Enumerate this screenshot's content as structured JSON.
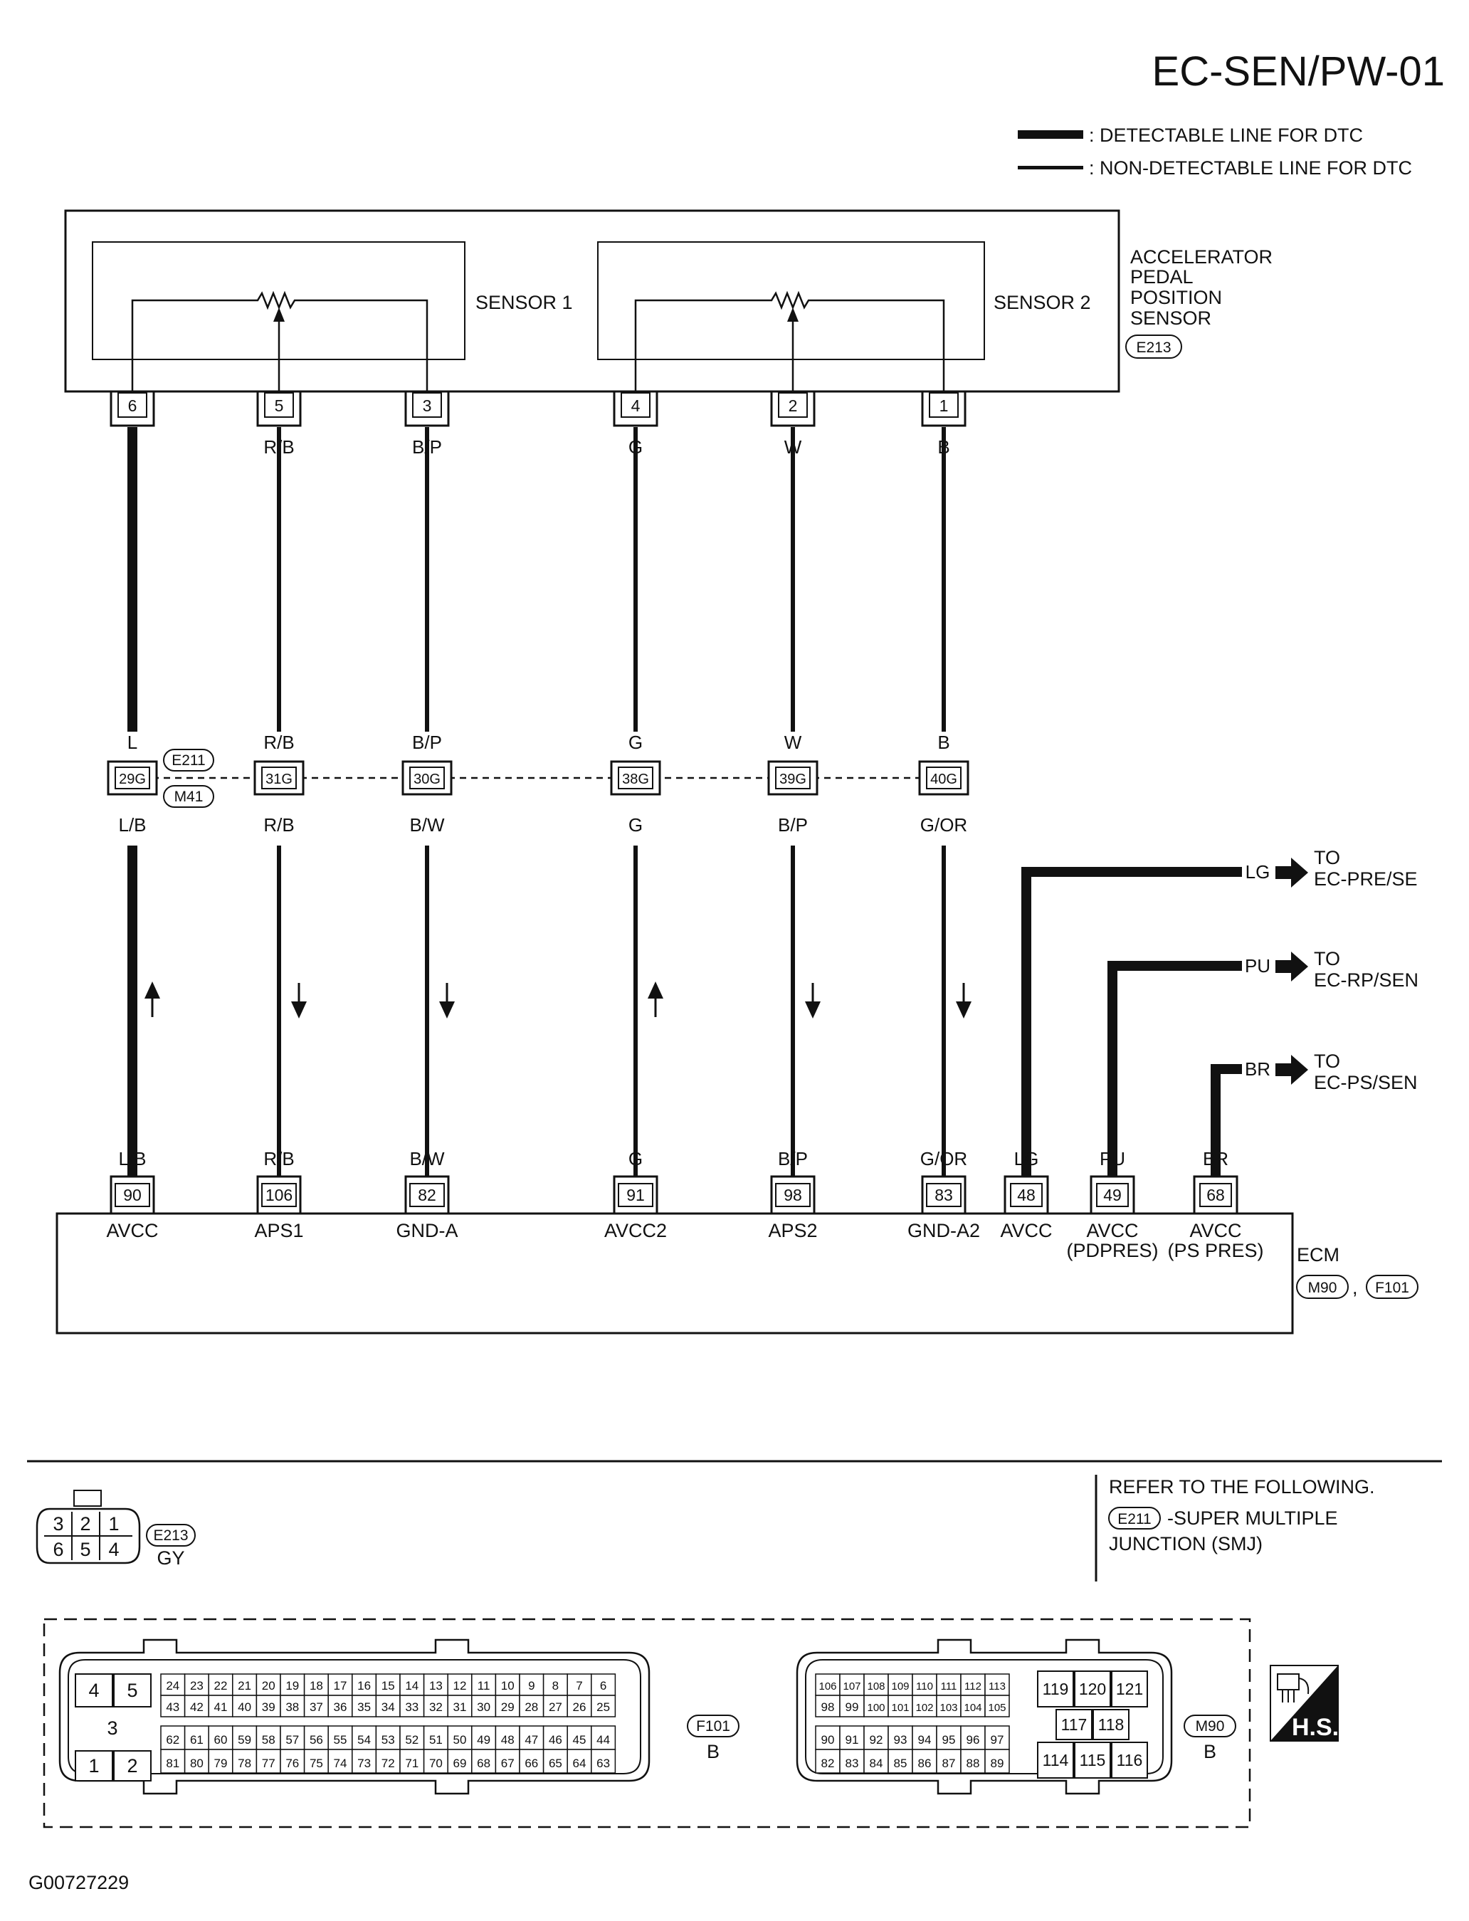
{
  "page_code": "EC-SEN/PW-01",
  "legend": {
    "detectable": ": DETECTABLE LINE FOR DTC",
    "non_detectable": ": NON-DETECTABLE LINE FOR DTC"
  },
  "component": {
    "name": [
      "ACCELERATOR",
      "PEDAL",
      "POSITION",
      "SENSOR"
    ],
    "code": "E213",
    "sensor1": "SENSOR 1",
    "sensor2": "SENSOR 2"
  },
  "wires": [
    {
      "sensor_pin": "6",
      "sensor_color": "L",
      "junction_color_top": "L",
      "junction_cavity": "29G",
      "junction_color_bottom": "L/B",
      "ecm_color": "L/B",
      "ecm_pin": "90",
      "ecm_signal": "AVCC",
      "arrow": "up",
      "detectable": true
    },
    {
      "sensor_pin": "5",
      "sensor_color": "R/B",
      "junction_color_top": "R/B",
      "junction_cavity": "31G",
      "junction_color_bottom": "R/B",
      "ecm_color": "R/B",
      "ecm_pin": "106",
      "ecm_signal": "APS1",
      "arrow": "down",
      "detectable": false
    },
    {
      "sensor_pin": "3",
      "sensor_color": "B/P",
      "junction_color_top": "B/P",
      "junction_cavity": "30G",
      "junction_color_bottom": "B/W",
      "ecm_color": "B/W",
      "ecm_pin": "82",
      "ecm_signal": "GND-A",
      "arrow": "down",
      "detectable": false
    },
    {
      "sensor_pin": "4",
      "sensor_color": "G",
      "junction_color_top": "G",
      "junction_cavity": "38G",
      "junction_color_bottom": "G",
      "ecm_color": "G",
      "ecm_pin": "91",
      "ecm_signal": "AVCC2",
      "arrow": "up",
      "detectable": false
    },
    {
      "sensor_pin": "2",
      "sensor_color": "W",
      "junction_color_top": "W",
      "junction_cavity": "39G",
      "junction_color_bottom": "B/P",
      "ecm_color": "B/P",
      "ecm_pin": "98",
      "ecm_signal": "APS2",
      "arrow": "down",
      "detectable": false
    },
    {
      "sensor_pin": "1",
      "sensor_color": "B",
      "junction_color_top": "B",
      "junction_cavity": "40G",
      "junction_color_bottom": "G/OR",
      "ecm_color": "G/OR",
      "ecm_pin": "83",
      "ecm_signal": "GND-A2",
      "arrow": "down",
      "detectable": false
    }
  ],
  "junction_codes": [
    "E211",
    "M41"
  ],
  "feeds": [
    {
      "color": "LG",
      "ecm_pin": "48",
      "ecm_signal": "AVCC",
      "ecm_signal2": "",
      "to": "TO",
      "dest": "EC-PRE/SE"
    },
    {
      "color": "PU",
      "ecm_pin": "49",
      "ecm_signal": "AVCC",
      "ecm_signal2": "(PDPRES)",
      "to": "TO",
      "dest": "EC-RP/SEN"
    },
    {
      "color": "BR",
      "ecm_pin": "68",
      "ecm_signal": "AVCC",
      "ecm_signal2": "(PS PRES)",
      "to": "TO",
      "dest": "EC-PS/SEN"
    }
  ],
  "ecm": {
    "name": "ECM",
    "codes": [
      "M90",
      "F101"
    ],
    "separator": ","
  },
  "connector_e213": {
    "code": "E213",
    "color": "GY",
    "top_row": [
      "3",
      "2",
      "1"
    ],
    "bottom_row": [
      "6",
      "5",
      "4"
    ]
  },
  "refer": {
    "heading": "REFER TO THE FOLLOWING.",
    "code": "E211",
    "text1": "-SUPER MULTIPLE",
    "text2": "JUNCTION (SMJ)"
  },
  "connector_f101": {
    "code": "F101",
    "color": "B",
    "power": {
      "r1": [
        "4",
        "5"
      ],
      "r2": [
        "3"
      ],
      "r3": [
        "1",
        "2"
      ]
    },
    "rows": [
      [
        "24",
        "23",
        "22",
        "21",
        "20",
        "19",
        "18",
        "17",
        "16",
        "15",
        "14",
        "13",
        "12",
        "11",
        "10",
        "9",
        "8",
        "7",
        "6"
      ],
      [
        "43",
        "42",
        "41",
        "40",
        "39",
        "38",
        "37",
        "36",
        "35",
        "34",
        "33",
        "32",
        "31",
        "30",
        "29",
        "28",
        "27",
        "26",
        "25"
      ],
      [
        "62",
        "61",
        "60",
        "59",
        "58",
        "57",
        "56",
        "55",
        "54",
        "53",
        "52",
        "51",
        "50",
        "49",
        "48",
        "47",
        "46",
        "45",
        "44"
      ],
      [
        "81",
        "80",
        "79",
        "78",
        "77",
        "76",
        "75",
        "74",
        "73",
        "72",
        "71",
        "70",
        "69",
        "68",
        "67",
        "66",
        "65",
        "64",
        "63"
      ]
    ]
  },
  "connector_m90": {
    "code": "M90",
    "color": "B",
    "rows": [
      [
        "106",
        "107",
        "108",
        "109",
        "110",
        "111",
        "112",
        "113"
      ],
      [
        "98",
        "99",
        "100",
        "101",
        "102",
        "103",
        "104",
        "105"
      ],
      [
        "90",
        "91",
        "92",
        "93",
        "94",
        "95",
        "96",
        "97"
      ],
      [
        "82",
        "83",
        "84",
        "85",
        "86",
        "87",
        "88",
        "89"
      ]
    ],
    "power": {
      "r1": [
        "119",
        "120",
        "121"
      ],
      "r2": [
        "117",
        "118"
      ],
      "r3": [
        "114",
        "115",
        "116"
      ]
    }
  },
  "hs_label": "H.S.",
  "figure_id": "G00727229"
}
